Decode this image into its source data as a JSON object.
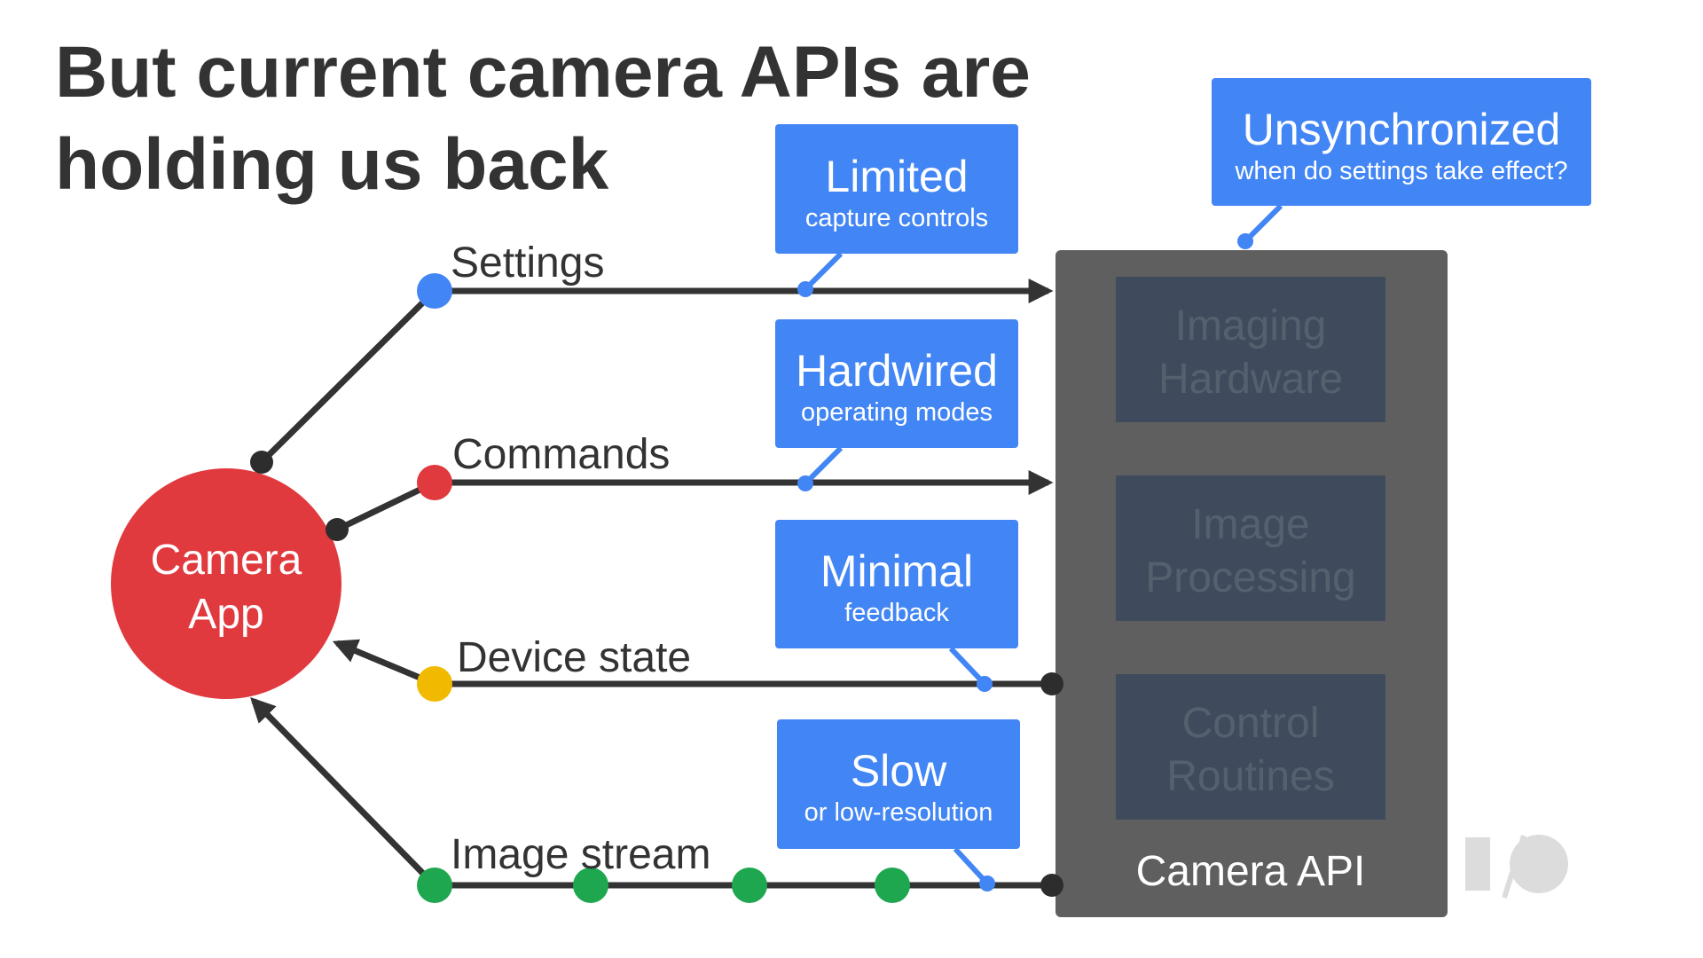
{
  "title_line1": "But current camera APIs are",
  "title_line2": "holding us back",
  "app": {
    "line1": "Camera",
    "line2": "App"
  },
  "channels": {
    "settings": "Settings",
    "commands": "Commands",
    "device_state": "Device state",
    "image_stream": "Image stream"
  },
  "callouts": {
    "limited": {
      "title": "Limited",
      "sub": "capture controls"
    },
    "hardwired": {
      "title": "Hardwired",
      "sub": "operating modes"
    },
    "minimal": {
      "title": "Minimal",
      "sub": "feedback"
    },
    "slow": {
      "title": "Slow",
      "sub": "or low-resolution"
    },
    "unsync": {
      "title": "Unsynchronized",
      "sub": "when do settings take effect?"
    }
  },
  "api": {
    "label": "Camera API",
    "blocks": {
      "imaging": {
        "line1": "Imaging",
        "line2": "Hardware"
      },
      "processing": {
        "line1": "Image",
        "line2": "Processing"
      },
      "control": {
        "line1": "Control",
        "line2": "Routines"
      }
    }
  },
  "colors": {
    "accent_blue": "#4285f4",
    "app_red": "#e0393e",
    "yellow": "#f1b900",
    "green": "#1fa750",
    "api_gray": "#5f5f5f",
    "inner_block": "#3f4b5c"
  },
  "logo": "io-logo"
}
